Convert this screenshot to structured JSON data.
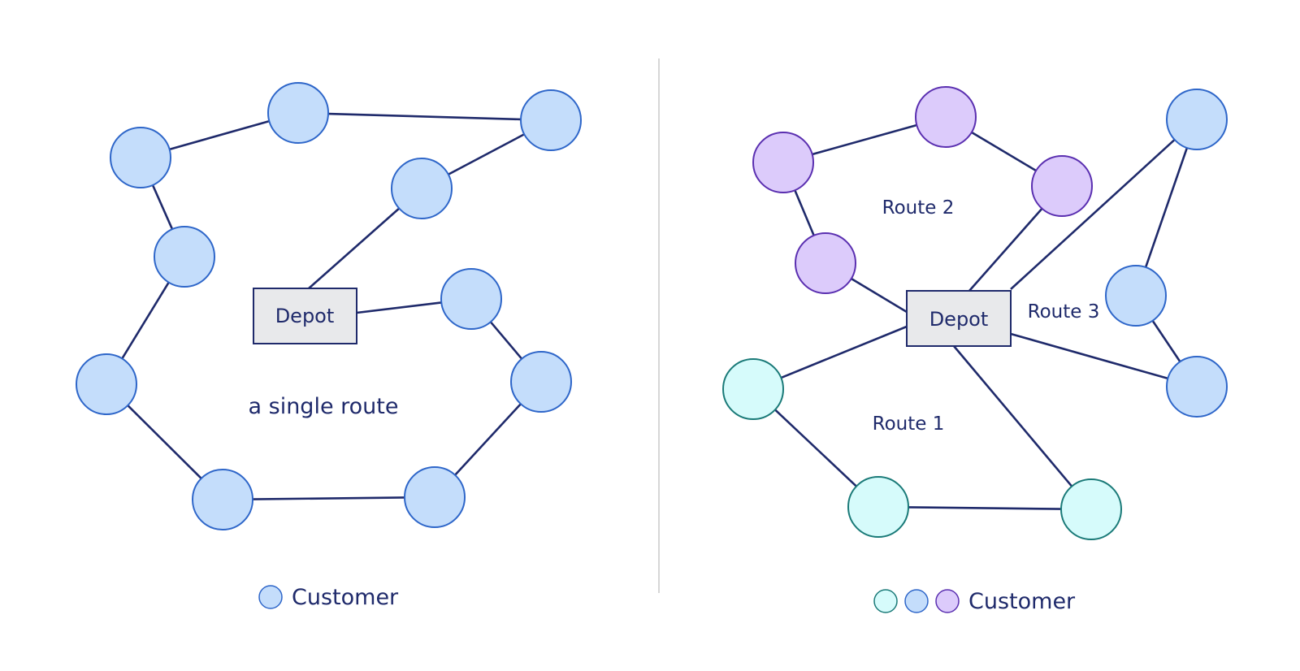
{
  "left_panel": {
    "depot_label": "Depot",
    "route_label": "a single route",
    "legend_label": "Customer"
  },
  "right_panel": {
    "depot_label": "Depot",
    "route_labels": [
      "Route 1",
      "Route 2",
      "Route 3"
    ],
    "legend_label": "Customer"
  },
  "colors": {
    "line": "#1f2a6b",
    "blue_fill": "#c4ddfb",
    "blue_stroke": "#2e66c9",
    "purple_fill": "#dccbfb",
    "purple_stroke": "#5a2fb0",
    "teal_fill": "#d6fbfb",
    "teal_stroke": "#1a7a78",
    "depot_fill": "#e8e9eb",
    "depot_stroke": "#1f2a6b",
    "divider": "#c9c9c9"
  }
}
